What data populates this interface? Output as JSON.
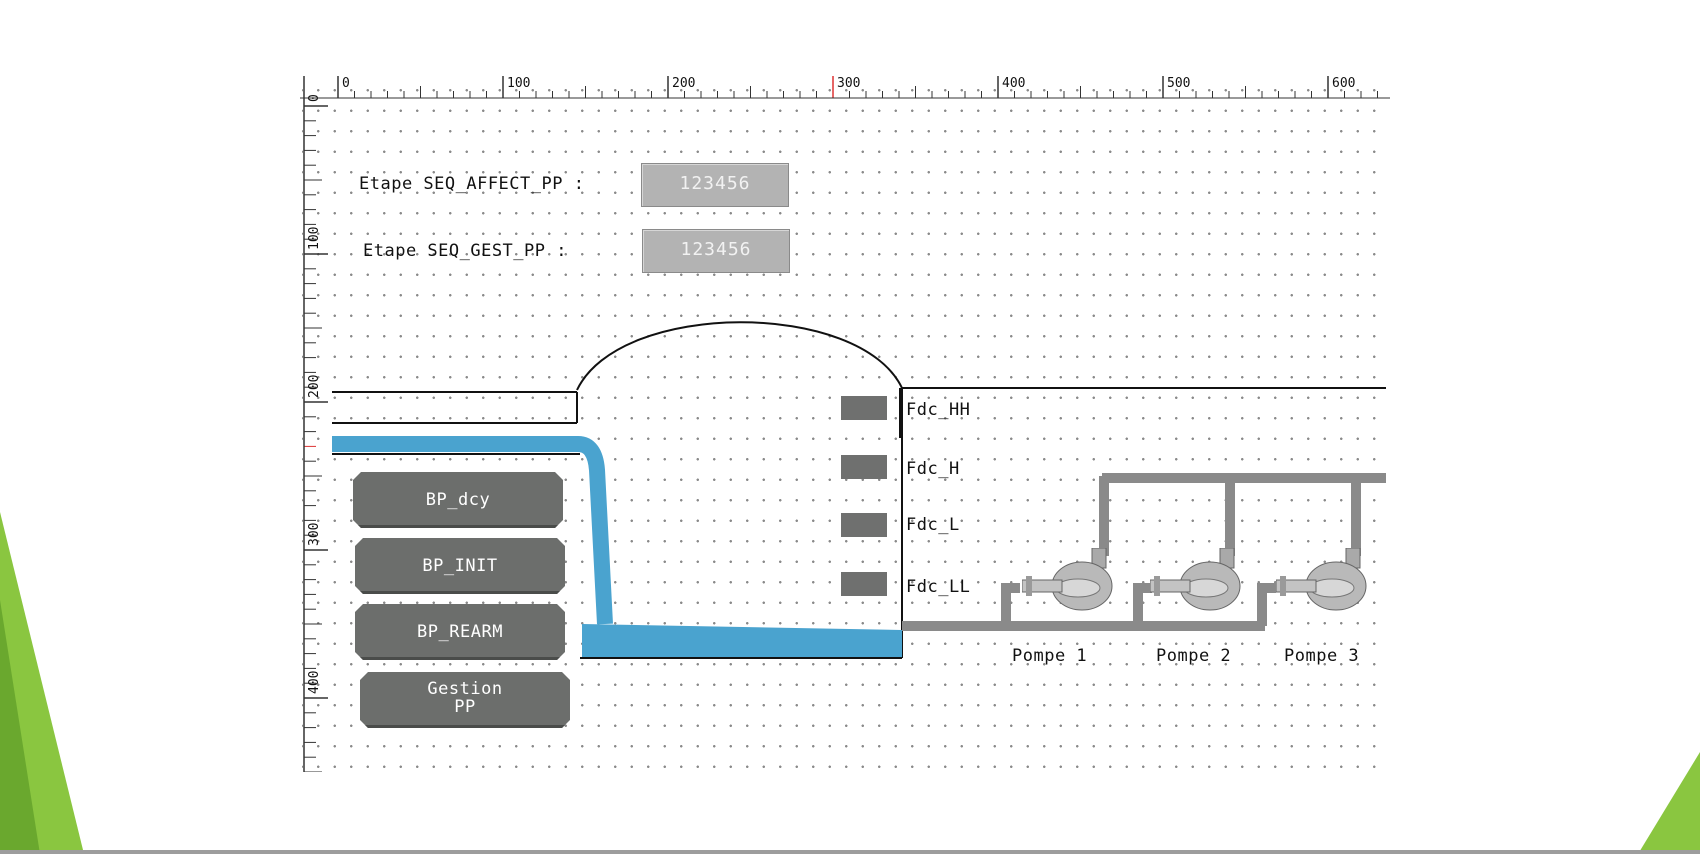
{
  "ruler": {
    "x_labels": [
      "0",
      "100",
      "200",
      "300",
      "400",
      "500",
      "600"
    ],
    "y_labels": [
      "0",
      "100",
      "200",
      "300",
      "400"
    ]
  },
  "displays": {
    "seq_affect": {
      "label": "Etape SEQ_AFFECT_PP :",
      "value": "123456"
    },
    "seq_gest": {
      "label": "Etape SEQ_GEST_PP :",
      "value": "123456"
    }
  },
  "buttons": {
    "dcy": "BP_dcy",
    "init": "BP_INIT",
    "rearm": "BP_REARM",
    "gestion": "Gestion\nPP"
  },
  "sensors": {
    "hh": "Fdc_HH",
    "h": "Fdc_H",
    "l": "Fdc_L",
    "ll": "Fdc_LL"
  },
  "pumps": {
    "p1": "Pompe 1",
    "p2": "Pompe 2",
    "p3": "Pompe 3"
  },
  "colors": {
    "water": "#4aa3cf",
    "pipe": "#8a8a8a",
    "button": "#6c6e6c",
    "display": "#b3b3b3",
    "slide_accent": "#8ac640"
  }
}
